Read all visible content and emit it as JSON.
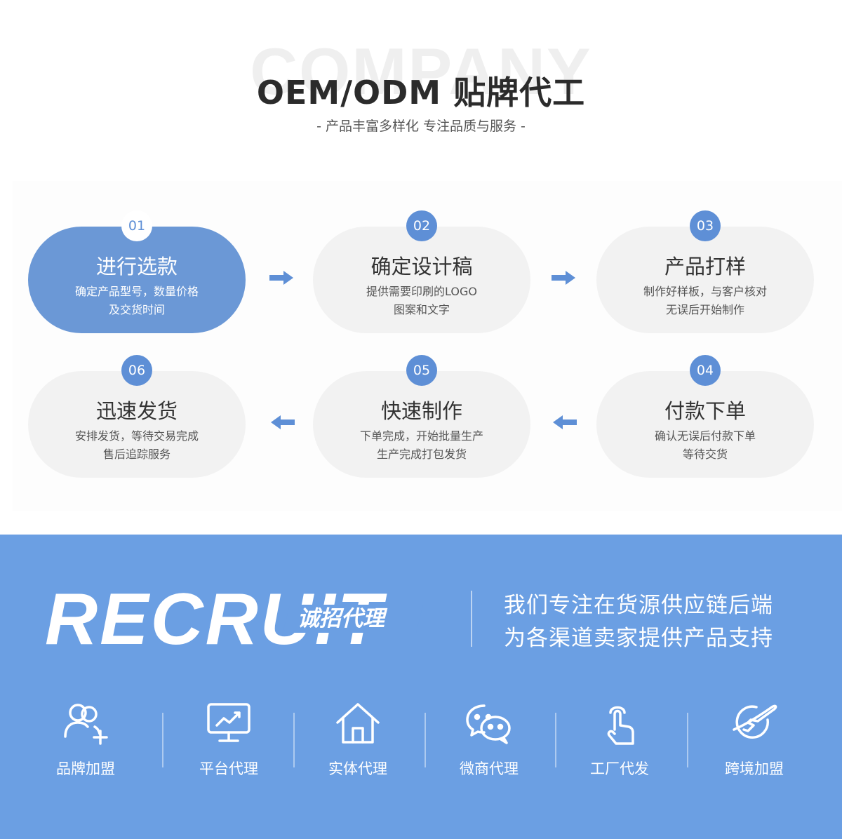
{
  "header": {
    "watermark": "COMPANY",
    "title": "OEM/ODM 贴牌代工",
    "subtitle": "- 产品丰富多样化 专注品质与服务 -"
  },
  "steps": [
    {
      "num": "01",
      "title": "进行选款",
      "line1": "确定产品型号，数量价格",
      "line2": "及交货时间"
    },
    {
      "num": "02",
      "title": "确定设计稿",
      "line1": "提供需要印刷的LOGO",
      "line2": "图案和文字"
    },
    {
      "num": "03",
      "title": "产品打样",
      "line1": "制作好样板，与客户核对",
      "line2": "无误后开始制作"
    },
    {
      "num": "04",
      "title": "付款下单",
      "line1": "确认无误后付款下单",
      "line2": "等待交货"
    },
    {
      "num": "05",
      "title": "快速制作",
      "line1": "下单完成，开始批量生产",
      "line2": "生产完成打包发货"
    },
    {
      "num": "06",
      "title": "迅速发货",
      "line1": "安排发货，等待交易完成",
      "line2": "售后追踪服务"
    }
  ],
  "recruit": {
    "word": "RECRUIT",
    "cn": "诚招代理",
    "slogan_line1": "我们专注在货源供应链后端",
    "slogan_line2": "为各渠道卖家提供产品支持"
  },
  "services": [
    {
      "icon": "user-add-icon",
      "label": "品牌加盟"
    },
    {
      "icon": "monitor-chart-icon",
      "label": "平台代理"
    },
    {
      "icon": "house-icon",
      "label": "实体代理"
    },
    {
      "icon": "wechat-icon",
      "label": "微商代理"
    },
    {
      "icon": "hand-pointer-icon",
      "label": "工厂代发"
    },
    {
      "icon": "globe-plane-icon",
      "label": "跨境加盟"
    }
  ],
  "colors": {
    "accent": "#5e8fd6",
    "active_card": "#6b98d6",
    "banner": "#6b9fe3",
    "card": "#f2f2f2"
  }
}
